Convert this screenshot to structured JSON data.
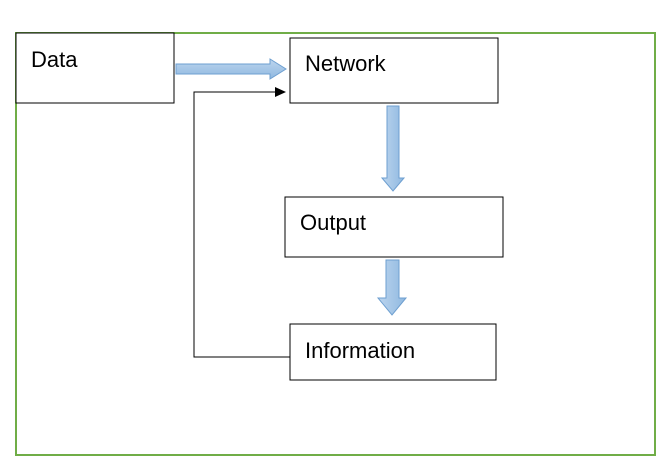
{
  "nodes": {
    "data": {
      "label": "Data"
    },
    "network": {
      "label": "Network"
    },
    "output": {
      "label": "Output"
    },
    "information": {
      "label": "Information"
    }
  },
  "edges": [
    {
      "from": "data",
      "to": "network",
      "style": "block-arrow"
    },
    {
      "from": "network",
      "to": "output",
      "style": "block-arrow"
    },
    {
      "from": "output",
      "to": "information",
      "style": "block-arrow"
    },
    {
      "from": "information",
      "to": "network",
      "style": "line-arrow"
    }
  ],
  "colors": {
    "frame_border": "#70ad47",
    "box_border": "#000000",
    "block_arrow_fill": "#9dc3e6",
    "block_arrow_stroke": "#6e9fd0",
    "feedback_line": "#000000"
  }
}
